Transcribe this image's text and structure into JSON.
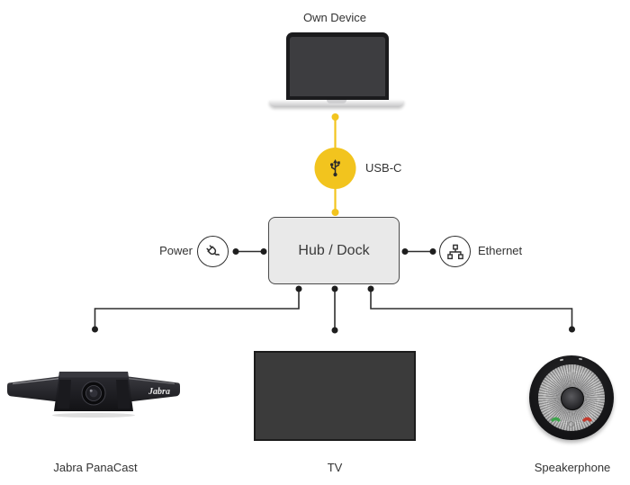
{
  "labels": {
    "own_device": "Own Device",
    "usb_c": "USB-C",
    "hub_dock": "Hub / Dock",
    "power": "Power",
    "ethernet": "Ethernet",
    "camera": "Jabra PanaCast",
    "camera_brand": "Jabra",
    "tv": "TV",
    "speakerphone": "Speakerphone"
  },
  "icons": {
    "usb": "usb-trident-icon",
    "power": "power-plug-icon",
    "ethernet": "ethernet-network-icon",
    "call_green": "answer-call-icon",
    "call_red": "end-call-icon"
  },
  "colors": {
    "accent_yellow": "#F2C41E",
    "line": "#2E2E2E",
    "hub_fill": "#E9E9E9",
    "hub_border": "#4A4A4A",
    "device_dark": "#3B3B3B",
    "text": "#333333",
    "call_green": "#3FA34D",
    "call_red": "#C23B2E"
  },
  "connections": [
    {
      "from": "own-device",
      "to": "hub-dock",
      "via": "USB-C",
      "style": "yellow"
    },
    {
      "from": "power",
      "to": "hub-dock",
      "style": "black"
    },
    {
      "from": "ethernet",
      "to": "hub-dock",
      "style": "black"
    },
    {
      "from": "hub-dock",
      "to": "jabra-panacast",
      "style": "black"
    },
    {
      "from": "hub-dock",
      "to": "tv",
      "style": "black"
    },
    {
      "from": "hub-dock",
      "to": "speakerphone",
      "style": "black"
    }
  ]
}
